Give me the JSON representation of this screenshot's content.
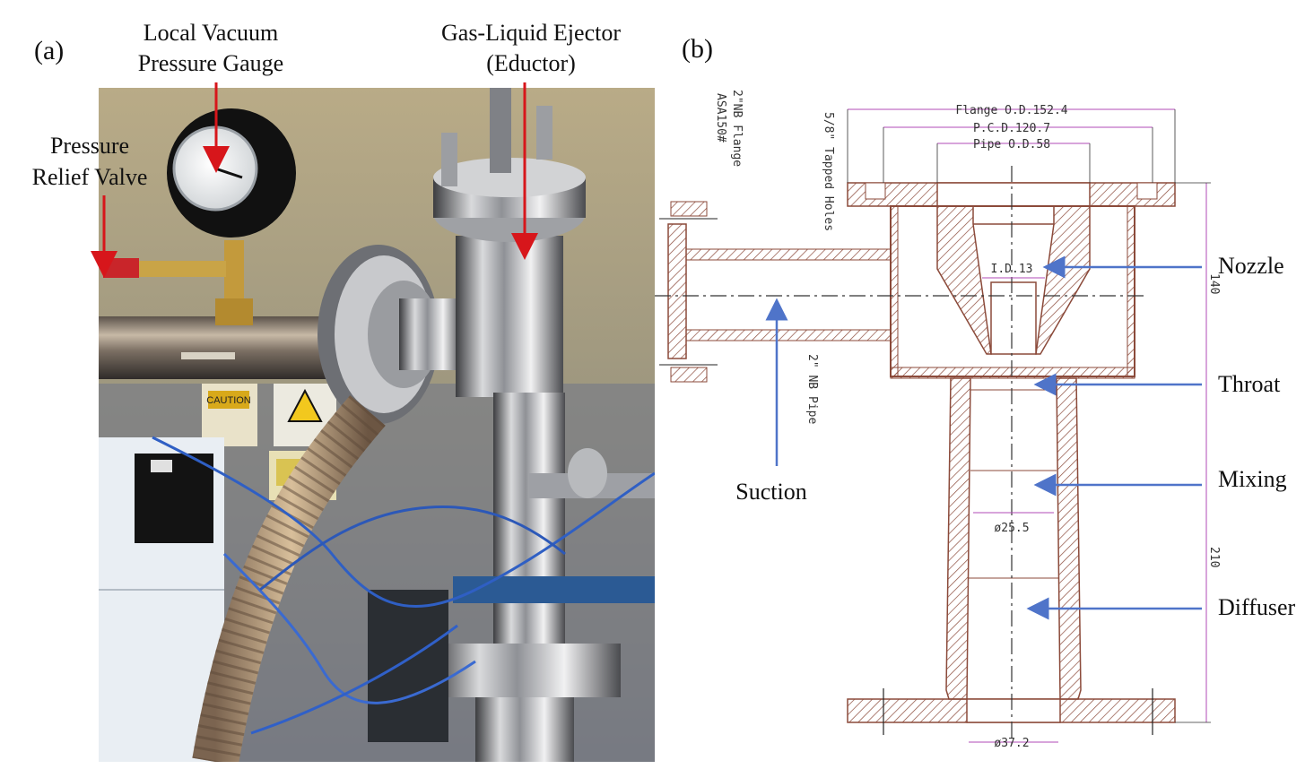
{
  "panel_a": {
    "letter": "(a)",
    "labels": {
      "gauge_line1": "Local Vacuum",
      "gauge_line2": "Pressure Gauge",
      "ejector_line1": "Gas-Liquid Ejector",
      "ejector_line2": "(Eductor)",
      "valve_line1": "Pressure",
      "valve_line2": "Relief Valve"
    },
    "sign_text": "CAUTION"
  },
  "panel_b": {
    "letter": "(b)",
    "callouts": {
      "nozzle": "Nozzle",
      "throat": "Throat",
      "mixing": "Mixing",
      "diffuser": "Diffuser",
      "suction": "Suction"
    },
    "dimensions": {
      "flange_od": "Flange O.D.152.4",
      "pcd": "P.C.D.120.7",
      "pipe_od": "Pipe O.D.58",
      "tapped_holes": "5/8\" Tapped Holes",
      "nb_flange_1": "2\"NB Flange",
      "nb_flange_2": "ASA150#",
      "nb_pipe": "2\" NB Pipe",
      "id": "I.D.13",
      "dia_mix": "ø25.5",
      "dia_out": "ø37.2",
      "len_top": "140",
      "len_bottom": "210"
    }
  },
  "colors": {
    "red_arrow": "#d7161b",
    "blue_arrow": "#4f74c9",
    "hatch": "#8b4a3a",
    "magenta": "#b04bb7"
  }
}
